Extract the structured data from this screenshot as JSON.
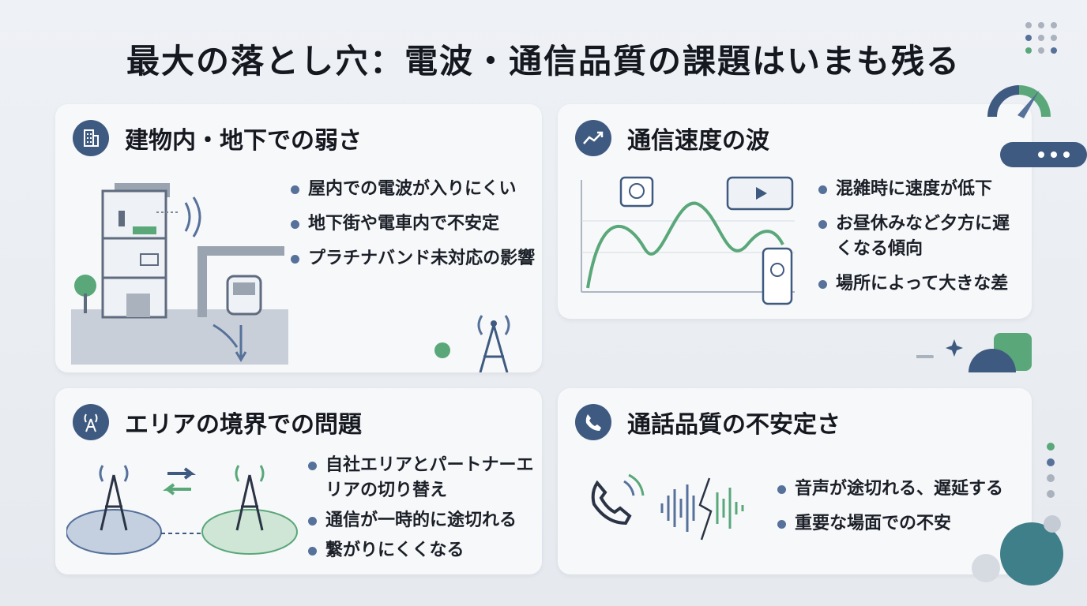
{
  "title": "最大の落とし穴：電波・通信品質の課題はいまも残る",
  "cards": [
    {
      "title": "建物内・地下での弱さ",
      "icon": "building-icon",
      "bullets": [
        "屋内での電波が入りにくい",
        "地下街や電車内で不安定",
        "プラチナバンド未対応の影響"
      ]
    },
    {
      "title": "通信速度の波",
      "icon": "trend-chart-icon",
      "bullets": [
        "混雑時に速度が低下",
        "お昼休みなど夕方に遅くなる傾向",
        "場所によって大きな差"
      ]
    },
    {
      "title": "エリアの境界での問題",
      "icon": "antenna-icon",
      "bullets": [
        "自社エリアとパートナーエリアの切り替え",
        "通信が一時的に途切れる",
        "繋がりにくくなる"
      ]
    },
    {
      "title": "通話品質の不安定さ",
      "icon": "phone-icon",
      "bullets": [
        "音声が途切れる、遅延する",
        "重要な場面での不安"
      ]
    }
  ],
  "colors": {
    "navy": "#3f5a80",
    "green": "#5aa77a",
    "slate": "#56719a",
    "background": "#e9edf2"
  }
}
